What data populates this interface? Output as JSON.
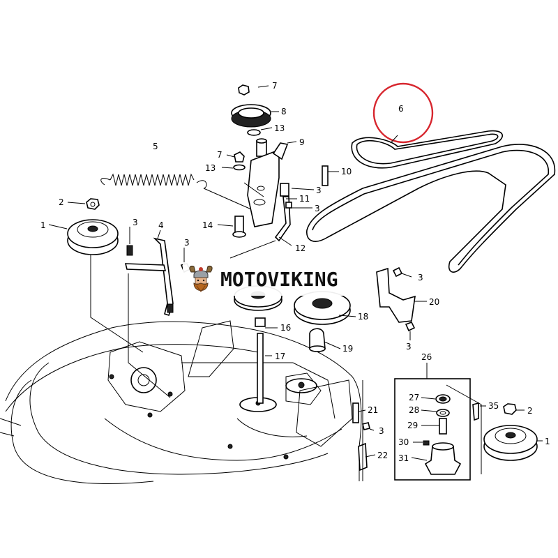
{
  "watermark": {
    "brand": "MOTOVIKING"
  },
  "highlight_color": "#d7262e",
  "callouts": {
    "c1a": "1",
    "c1b": "1",
    "c2a": "2",
    "c2b": "2",
    "c3a": "3",
    "c3b": "3",
    "c3c": "3",
    "c3d": "3",
    "c3e": "3",
    "c3f": "3",
    "c3g": "3",
    "c4": "4",
    "c5": "5",
    "c6": "6",
    "c7a": "7",
    "c7b": "7",
    "c8": "8",
    "c9": "9",
    "c10": "10",
    "c11": "11",
    "c12": "12",
    "c13a": "13",
    "c13b": "13",
    "c14": "14",
    "c16": "16",
    "c17": "17",
    "c18": "18",
    "c19": "19",
    "c20": "20",
    "c21": "21",
    "c22": "22",
    "c26": "26",
    "c27": "27",
    "c28": "28",
    "c29": "29",
    "c30": "30",
    "c31": "31",
    "c35": "35"
  }
}
